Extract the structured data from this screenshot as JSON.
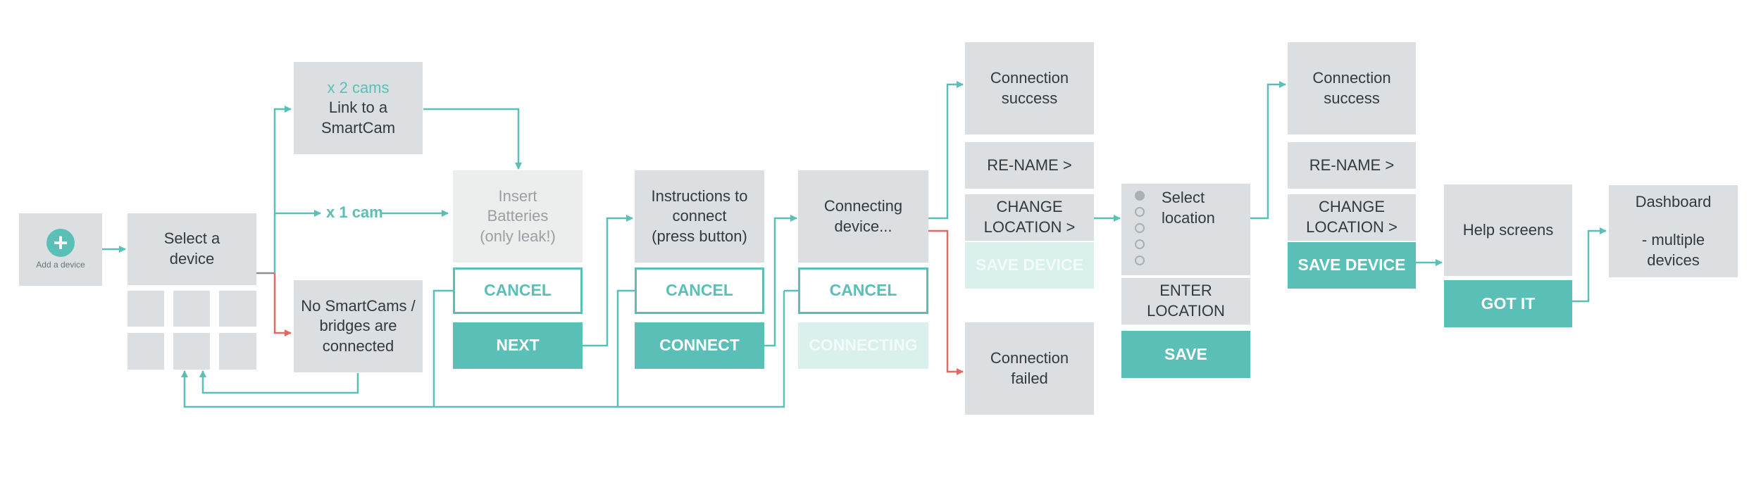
{
  "colors": {
    "teal": "#5abfb6",
    "red": "#e06a66",
    "grey_box": "#dcdfe1",
    "dark_connector": "#8c8f92"
  },
  "icons": {
    "add": "plus-circle-icon"
  },
  "add_device": {
    "label": "Add a device"
  },
  "select_device": {
    "line1": "Select a",
    "line2": "device"
  },
  "link_smartcam": {
    "count": "x 2 cams",
    "line1": "Link to a",
    "line2": "SmartCam"
  },
  "branch_one_cam": "x 1 cam",
  "no_smartcams": {
    "line1": "No SmartCams /",
    "line2": "bridges are",
    "line3": "connected"
  },
  "insert_batteries": {
    "line1": "Insert",
    "line2": "Batteries",
    "line3": "(only leak!)"
  },
  "instructions": {
    "line1": "Instructions to",
    "line2": "connect",
    "line3": "(press button)"
  },
  "connecting": {
    "line1": "Connecting",
    "line2": "device..."
  },
  "buttons": {
    "cancel": "CANCEL",
    "next": "NEXT",
    "connect": "CONNECT",
    "connecting": "CONNECTING",
    "rename": "RE-NAME >",
    "change_location_1": "CHANGE",
    "change_location_2": "LOCATION >",
    "save_device": "SAVE DEVICE",
    "save": "SAVE",
    "got_it": "GOT IT"
  },
  "success": {
    "line1": "Connection",
    "line2": "success"
  },
  "failed": {
    "line1": "Connection",
    "line2": "failed"
  },
  "select_location": {
    "line1": "Select",
    "line2": "location"
  },
  "enter_location": {
    "line1": "ENTER",
    "line2": "LOCATION"
  },
  "help_screens": "Help screens",
  "dashboard": {
    "line1": "Dashboard",
    "line2": "- multiple",
    "line3": "devices"
  }
}
